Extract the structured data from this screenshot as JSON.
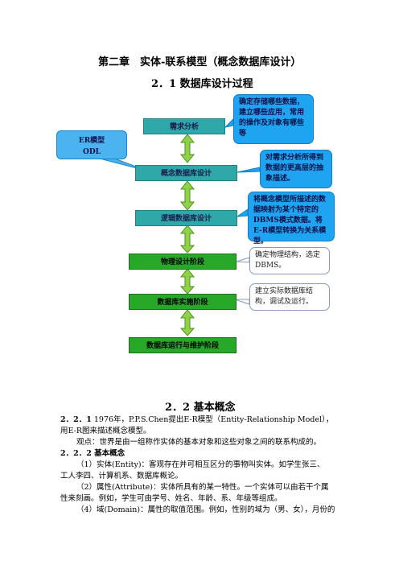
{
  "chapter_title": "第二章　实体-联系模型（概念数据库设计）",
  "section_2_1_title": "2．1 数据库设计过程",
  "diagram": {
    "stages": [
      "需求分析",
      "概念数据库设计",
      "逻辑数据库设计",
      "物理设计阶段",
      "数据库实施阶段",
      "数据库运行与维护阶段"
    ],
    "er_box": {
      "line1": "ER模型",
      "line2": "ODL"
    },
    "callouts": [
      "确定存储哪些数据，建立哪些应用，常用的操作及对象有哪些等",
      "对需求分析所得到数据的更高层的抽象描述。",
      "将概念模型所描述的数据映射为某个特定的DBMS模式数据。将E-R模型转换为关系模型。",
      "确定物理结构，选定DBMS。",
      "建立实际数据库结构，调试及运行。"
    ]
  },
  "section_2_2_title": "2．2 基本概念",
  "body": {
    "p1_label": "2．2．1",
    "p1_line1": " 1976年，P.P.S.Chen提出E-R模型（Entity-Relationship Model），",
    "p1_line2": "用E-R图来描述概念模型。",
    "p2": "观点：世界是由一组称作实体的基本对象和这些对象之间的联系构成的。",
    "p3_label": "2．2．2 基本概念",
    "p4_line1": "（1）实体(Entity)：客观存在并可相互区分的事物叫实体。如学生张三、",
    "p4_line2": "工人李四、计算机系、数据库概论。",
    "p5_line1": "（2）属性(Attribute)：实体所具有的某一特性。一个实体可以由若干个属",
    "p5_line2": "性来刻画。例如，学生可由学号、姓名、年龄、系、年级等组成。",
    "p6": "（4）域(Domain)：属性的取值范围。例如，性别的域为（男、女），月份的"
  }
}
